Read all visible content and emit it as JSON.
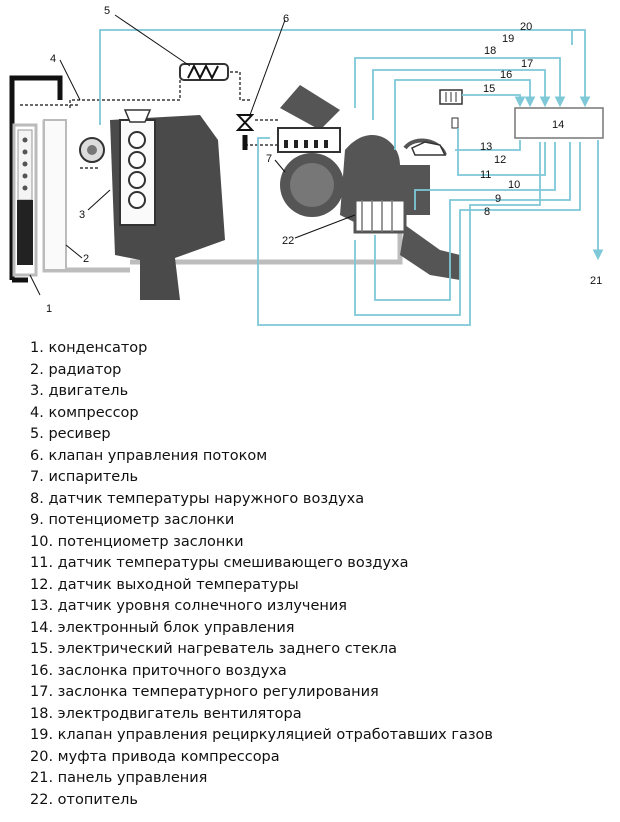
{
  "diagram": {
    "callouts": [
      "1",
      "2",
      "3",
      "4",
      "5",
      "6",
      "7",
      "8",
      "9",
      "10",
      "11",
      "12",
      "13",
      "14",
      "15",
      "16",
      "17",
      "18",
      "19",
      "20",
      "21",
      "22"
    ],
    "ecu_label": "14"
  },
  "legend": [
    "1. конденсатор",
    "2. радиатор",
    "3. двигатель",
    "4. компрессор",
    "5. ресивер",
    "6. клапан управления потоком",
    "7. испаритель",
    "8. датчик температуры наружного воздуха",
    "9. потенциометр заслонки",
    "10. потенциометр заслонки",
    "11. датчик температуры смешивающего воздуха",
    "12. датчик выходной температуры",
    "13. датчик уровня солнечного излучения",
    "14. электронный блок управления",
    "15. электрический нагреватель заднего стекла",
    "16. заслонка приточного воздуха",
    "17. заслонка температурного регулирования",
    "18. электродвигатель вентилятора",
    "19. клапан управления рециркуляцией отработавших газов",
    "20. муфта привода компрессора",
    "21. панель управления",
    "22. отопитель"
  ],
  "colors": {
    "wire": "#7ec8d8",
    "pipe": "#111111",
    "engine": "#4a4a4a",
    "hose": "#cfcfcf"
  }
}
